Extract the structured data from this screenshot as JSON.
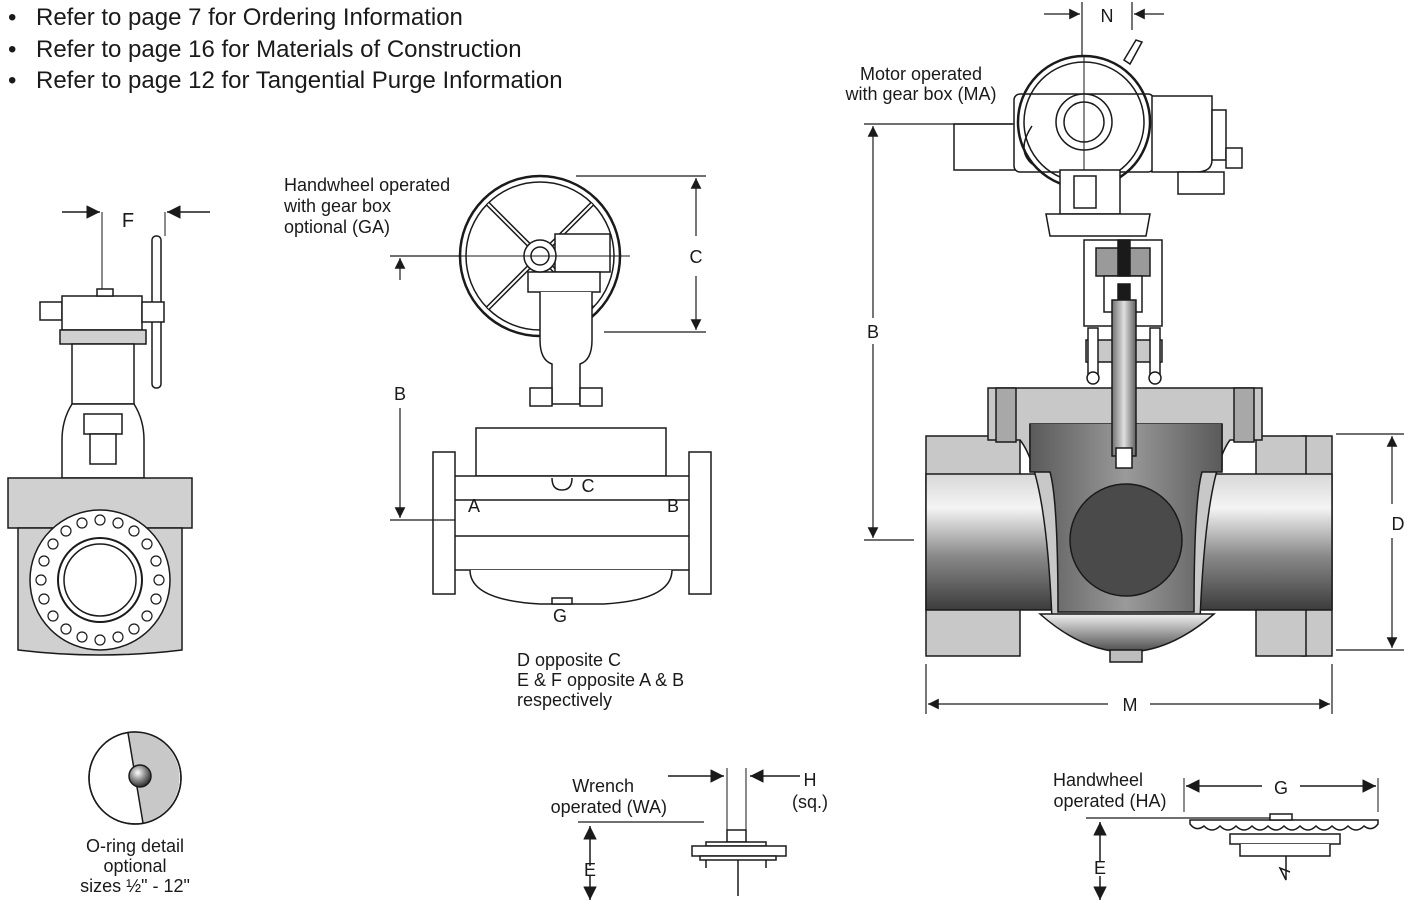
{
  "notes": [
    "Refer to page 7 for Ordering Information",
    "Refer to page 16 for Materials of Construction",
    "Refer to page 12 for Tangential Purge Information"
  ],
  "labels": {
    "ga": [
      "Handwheel operated",
      "with gear box",
      "optional (GA)"
    ],
    "ma": [
      "Motor operated",
      "with gear box (MA)"
    ],
    "opposite": [
      "D opposite C",
      "E & F opposite A & B",
      "respectively"
    ],
    "oring": [
      "O-ring detail",
      "optional",
      "sizes ½\" - 12\""
    ],
    "wa": [
      "Wrench",
      "operated (WA)"
    ],
    "ha": [
      "Handwheel",
      "operated (HA)"
    ],
    "h_sq": [
      "H",
      "(sq.)"
    ]
  },
  "dims": {
    "F": "F",
    "B": "B",
    "C": "C",
    "D": "D",
    "E": "E",
    "G": "G",
    "M": "M",
    "N": "N",
    "A": "A"
  }
}
